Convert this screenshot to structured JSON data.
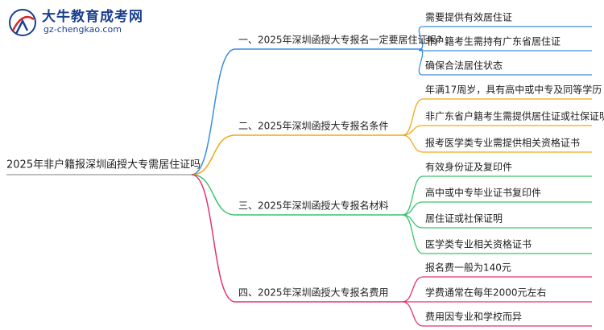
{
  "logo": {
    "title": "大牛教育成考网",
    "url": "gz-chengkao.com",
    "colors": {
      "primary": "#1a3f8f",
      "accent": "#d42a2a"
    }
  },
  "root": {
    "label": "2025年非户籍报深圳函授大专需居住证吗"
  },
  "branches": [
    {
      "label": "一、2025年深圳函授大专报名一定要居住证吗?",
      "color": "#3d8de0",
      "children": [
        "需要提供有效居住证",
        "非户籍考生需持有广东省居住证",
        "确保合法居住状态"
      ]
    },
    {
      "label": "二、2025年深圳函授大专报名条件",
      "color": "#f2a713",
      "children": [
        "年满17周岁，具有高中或中专及同等学历",
        "非广东省户籍考生需提供居住证或社保证明",
        "报考医学类专业需提供相关资格证书"
      ]
    },
    {
      "label": "三、2025年深圳函授大专报名材料",
      "color": "#3cc36e",
      "children": [
        "有效身份证及复印件",
        "高中或中专毕业证书复印件",
        "居住证或社保证明",
        "医学类专业相关资格证书"
      ]
    },
    {
      "label": "四、2025年深圳函授大专报名费用",
      "color": "#e0356f",
      "children": [
        "报名费一般为140元",
        "学费通常在每年2000元左右",
        "费用因专业和学校而异"
      ]
    }
  ]
}
